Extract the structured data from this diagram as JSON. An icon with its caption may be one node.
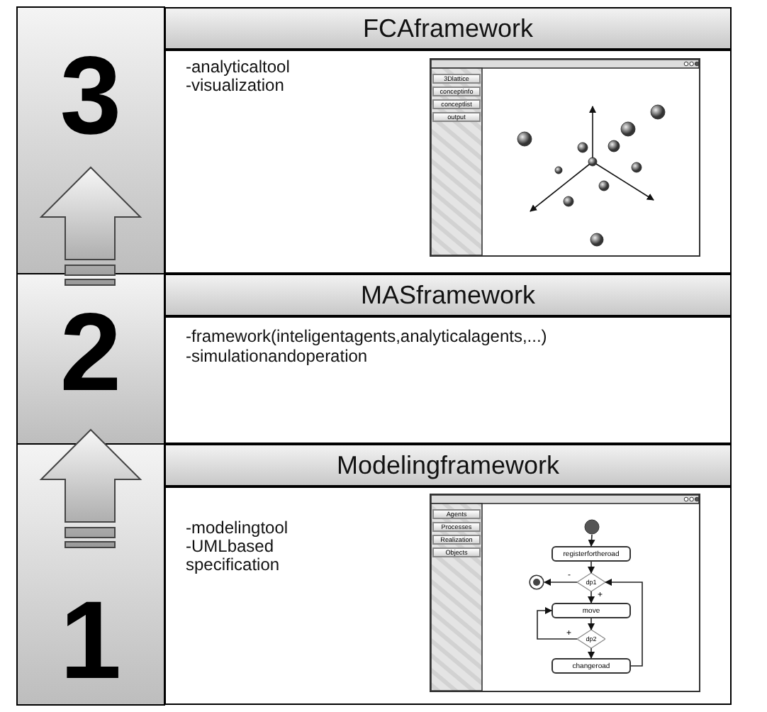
{
  "diagram": {
    "nodes": [
      {
        "text": [
          "FCAframework",
          "-analyticaltool",
          "-visualization"
        ]
      },
      {
        "text": [],
        "shape": "box",
        "in": 0
      },
      {
        "text": [
          "MASframework",
          "-framework(inteligentagents,analyticalagents,...)",
          "-simulationandoperation"
        ]
      },
      {
        "text": [
          "Modelingframework",
          "-modelingtool",
          "-UMLbased specification"
        ]
      },
      {
        "text": [],
        "shape": "box",
        "in": 3
      },
      {
        "text": [],
        "shape": "circle",
        "in": 4
      },
      {
        "text": [
          "registerfortheroad"
        ],
        "in": 4
      },
      {
        "text": [
          "dp1"
        ],
        "in": 4
      },
      {
        "text": [],
        "shape": "circle",
        "in": 4
      },
      {
        "text": [
          "move"
        ],
        "in": 4
      },
      {
        "text": [
          "dp2"
        ],
        "in": 4
      },
      {
        "text": [
          "changeroad"
        ],
        "in": 4
      },
      {
        "text": [
          "3"
        ]
      },
      {
        "text": [
          "2"
        ]
      },
      {
        "text": [
          "1"
        ]
      }
    ],
    "edges": [
      {
        "from": 5,
        "to": 6,
        "arrow": "to"
      },
      {
        "from": 6,
        "to": 7,
        "arrow": "to"
      },
      {
        "from": 7,
        "to": 8,
        "arrow": "to",
        "label": "-"
      },
      {
        "from": 7,
        "to": 9,
        "arrow": "to",
        "label": "+"
      },
      {
        "from": 9,
        "to": 10,
        "arrow": "to"
      },
      {
        "from": 10,
        "to": 9,
        "arrow": "to",
        "label": "+"
      },
      {
        "from": 10,
        "to": 11,
        "arrow": "to"
      },
      {
        "from": 11,
        "to": 7,
        "arrow": "to"
      },
      {
        "from": 14,
        "to": 13,
        "arrow": "to",
        "style": "thick"
      },
      {
        "from": 13,
        "to": 12,
        "arrow": "to",
        "style": "thick"
      }
    ],
    "labels": [
      "3Dlattice",
      "conceptinfo",
      "conceptlist",
      "output",
      "Agents",
      "Processes",
      "Realization",
      "Objects"
    ]
  }
}
